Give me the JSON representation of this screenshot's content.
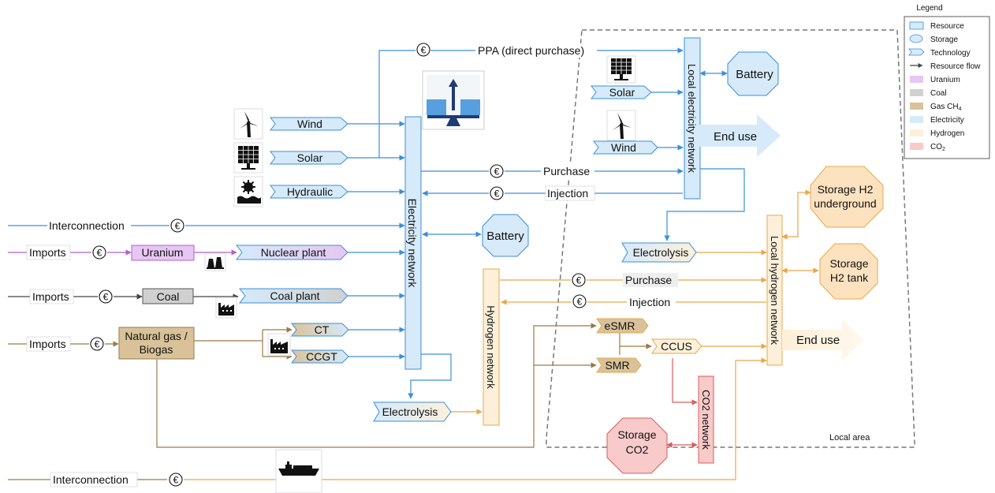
{
  "legend": {
    "title": "Legend",
    "items": [
      "Resource",
      "Storage",
      "Technology",
      "Resource flow",
      "Uranium",
      "Coal",
      "Gas CH4",
      "Electricity",
      "Hydrogen",
      "CO2"
    ]
  },
  "labels": {
    "ppa": "PPA (direct purchase)",
    "wind": "Wind",
    "solar": "Solar",
    "hydraulic": "Hydraulic",
    "interconnection": "Interconnection",
    "imports": "Imports",
    "uranium": "Uranium",
    "nuclear_plant": "Nuclear plant",
    "coal": "Coal",
    "coal_plant": "Coal plant",
    "natural_gas_1": "Natural gas /",
    "natural_gas_2": "Biogas",
    "ct": "CT",
    "ccgt": "CCGT",
    "electricity_network": "Electricity network",
    "battery": "Battery",
    "purchase": "Purchase",
    "injection": "Injection",
    "electrolysis": "Electrolysis",
    "hydrogen_network": "Hydrogen network",
    "local_electricity_network": "Local electricity network",
    "end_use": "End use",
    "local_hydrogen_network": "Local hydrogen network",
    "storage_h2_underground_1": "Storage H2",
    "storage_h2_underground_2": "underground",
    "storage_h2_tank_1": "Storage",
    "storage_h2_tank_2": "H2 tank",
    "esmr": "eSMR",
    "smr": "SMR",
    "ccus": "CCUS",
    "co2_network": "CO2 network",
    "storage_co2_1": "Storage",
    "storage_co2_2": "CO2",
    "local_area": "Local area",
    "currency": "€"
  },
  "colors": {
    "electricity": "#3b8fd9",
    "electricity_fill": "#d6eafa",
    "hydrogen": "#e6a84a",
    "hydrogen_fill": "#fdf0da",
    "uranium": "#b35fd0",
    "uranium_fill": "#e6c6f2",
    "coal": "#555555",
    "coal_fill": "#d0d0d0",
    "gas": "#9b7a45",
    "gas_fill": "#d9c29a",
    "co2": "#d95c5c",
    "co2_fill": "#f8caca",
    "storage_h2_fill": "#fde2c0"
  },
  "icon_names": [
    "wind-turbine-icon",
    "solar-panel-icon",
    "hydro-dam-icon",
    "nuclear-plant-icon",
    "factory-icon",
    "ship-icon",
    "market-balance-icon"
  ]
}
